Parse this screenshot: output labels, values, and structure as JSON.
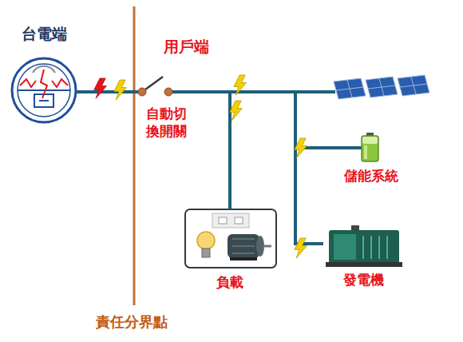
{
  "diagram": {
    "nodes": [
      {
        "text": [
          "台電端"
        ]
      },
      {
        "text": [
          "自動切 換開關"
        ]
      },
      {
        "text": [
          "負載"
        ]
      },
      {
        "text": [
          "儲能系統"
        ]
      },
      {
        "text": [
          "發電機"
        ]
      }
    ],
    "edges": [
      {
        "from": 0,
        "to": 1,
        "arrow": "none"
      },
      {
        "from": 1,
        "to": 2,
        "arrow": "none"
      },
      {
        "from": 1,
        "to": 3,
        "arrow": "none"
      },
      {
        "from": 1,
        "to": 4,
        "arrow": "none"
      }
    ],
    "labels": [
      "用戶端",
      "責任分界點"
    ]
  }
}
